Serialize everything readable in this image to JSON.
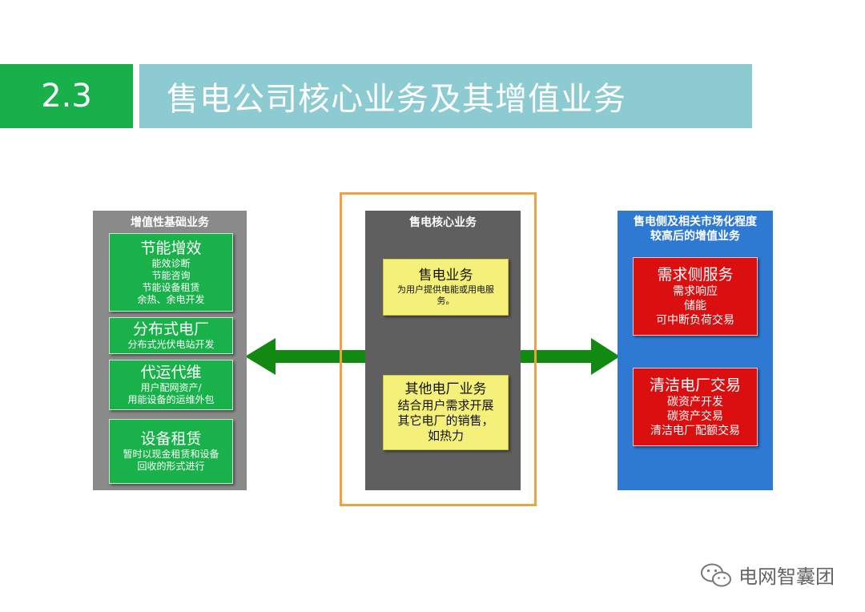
{
  "header": {
    "number": "2.3",
    "title": "售电公司核心业务及其增值业务"
  },
  "left_panel": {
    "title": "增值性基础业务",
    "boxes": [
      {
        "title": "节能增效",
        "lines": [
          "能效诊断",
          "节能咨询",
          "节能设备租赁",
          "余热、余电开发"
        ]
      },
      {
        "title": "分布式电厂",
        "lines": [
          "分布式光伏电站开发"
        ]
      },
      {
        "title": "代运代维",
        "lines": [
          "用户配网资产/",
          "用能设备的运维外包"
        ]
      },
      {
        "title": "设备租赁",
        "lines": [
          "暂时以现金租赁和设备",
          "回收的形式进行"
        ]
      }
    ]
  },
  "center_panel": {
    "title": "售电核心业务",
    "boxes": [
      {
        "title": "售电业务",
        "lines": [
          "为用户提供电能或用电服",
          "务。"
        ]
      },
      {
        "title": "其他电厂业务",
        "lines": [
          "结合用户需求开展",
          "其它电厂的销售，",
          "如热力"
        ]
      }
    ]
  },
  "right_panel": {
    "title_line1": "售电侧及相关市场化程度",
    "title_line2": "较高后的增值业务",
    "boxes": [
      {
        "title": "需求侧服务",
        "lines": [
          "需求响应",
          "储能",
          "可中断负荷交易"
        ]
      },
      {
        "title": "清洁电厂交易",
        "lines": [
          "碳资产开发",
          "碳资产交易",
          "清洁电厂配额交易"
        ]
      }
    ]
  },
  "watermark": {
    "icon": "wechat-icon",
    "text": "电网智囊团"
  },
  "colors": {
    "header_green": "#18b04a",
    "header_teal": "#8ccbd2",
    "box_green": "#19b24a",
    "box_red": "#dc0f10",
    "box_yellow": "#f5f079",
    "panel_blue": "#2e7ad2",
    "panel_dark_gray": "#5f5f5f",
    "panel_gray": "#8a8a8a",
    "highlight_orange": "#f0a040",
    "arrow_green": "#128a12"
  }
}
